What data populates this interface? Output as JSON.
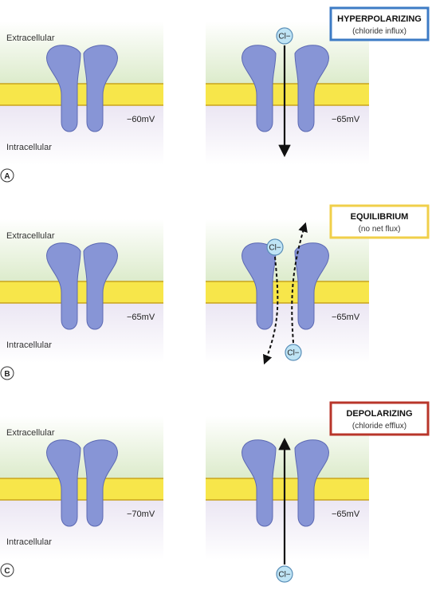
{
  "region_labels": {
    "extracellular": "Extracellular",
    "intracellular": "Intracellular"
  },
  "ion_label": "Cl−",
  "colors": {
    "membrane": "#f7e64a",
    "membrane_edge": "#c9a41c",
    "channel": "#8795d6",
    "ion": "#bfe4f5",
    "hyperpolarizing": "#3d7bc5",
    "equilibrium": "#f0cf4a",
    "depolarizing": "#b8352a"
  },
  "panels": [
    {
      "letter": "A",
      "title": "HYPERPOLARIZING",
      "subtitle": "(chloride influx)",
      "resting_mv": "−60mV",
      "final_mv": "−65mV",
      "flux": "influx"
    },
    {
      "letter": "B",
      "title": "EQUILIBRIUM",
      "subtitle": "(no net flux)",
      "resting_mv": "−65mV",
      "final_mv": "−65mV",
      "flux": "none"
    },
    {
      "letter": "C",
      "title": "DEPOLARIZING",
      "subtitle": "(chloride efflux)",
      "resting_mv": "−70mV",
      "final_mv": "−65mV",
      "flux": "efflux"
    }
  ]
}
